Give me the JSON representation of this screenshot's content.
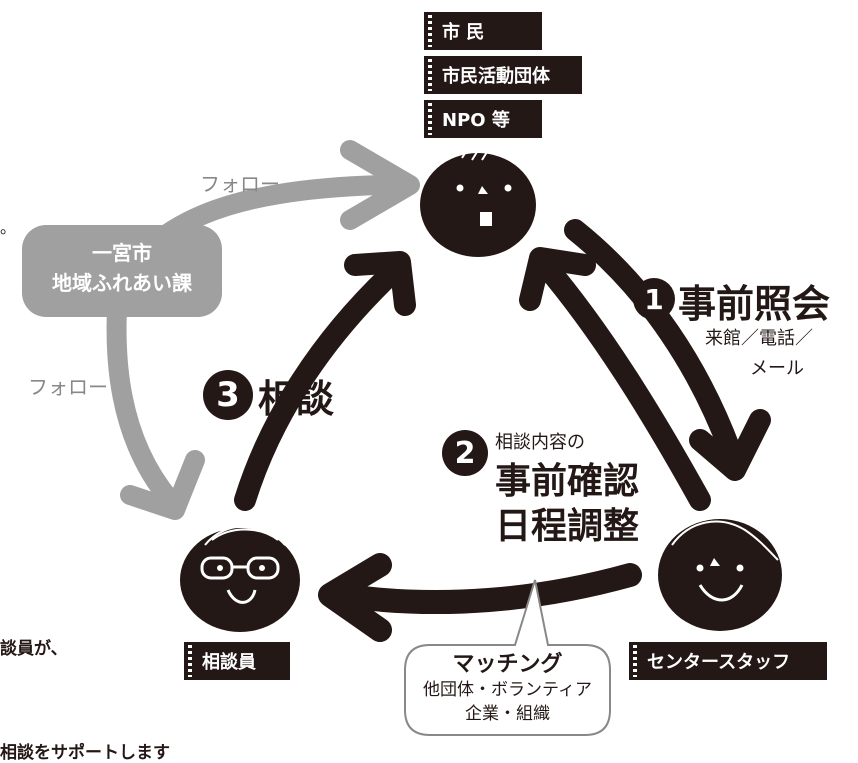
{
  "roles": {
    "citizen": "市 民",
    "civic_groups": "市民活動団体",
    "npo": "NPO 等",
    "counselor": "相談員",
    "center_staff": "センタースタッフ"
  },
  "office": {
    "line1": "一宮市",
    "line2": "地域ふれあい課"
  },
  "follow_labels": [
    "フォロー",
    "フォロー"
  ],
  "step1": {
    "number": "1",
    "title": "事前照会",
    "sub1": "来館／電話／",
    "sub2": "メール"
  },
  "step2": {
    "number": "2",
    "prefix": "相談内容の",
    "line1": "事前確認",
    "line2": "日程調整"
  },
  "step3": {
    "number": "3",
    "title": "相談"
  },
  "matching": {
    "title": "マッチング",
    "line1": "他団体・ボランティア",
    "line2": "企業・組織"
  },
  "edge_text": {
    "dot_top": "。",
    "fragment_mid": "談員が、",
    "fragment_bottom": "相談をサポートします"
  },
  "colors": {
    "dark": "#231815",
    "gray": "#a0a0a0",
    "light_gray": "#bcbcbc"
  }
}
